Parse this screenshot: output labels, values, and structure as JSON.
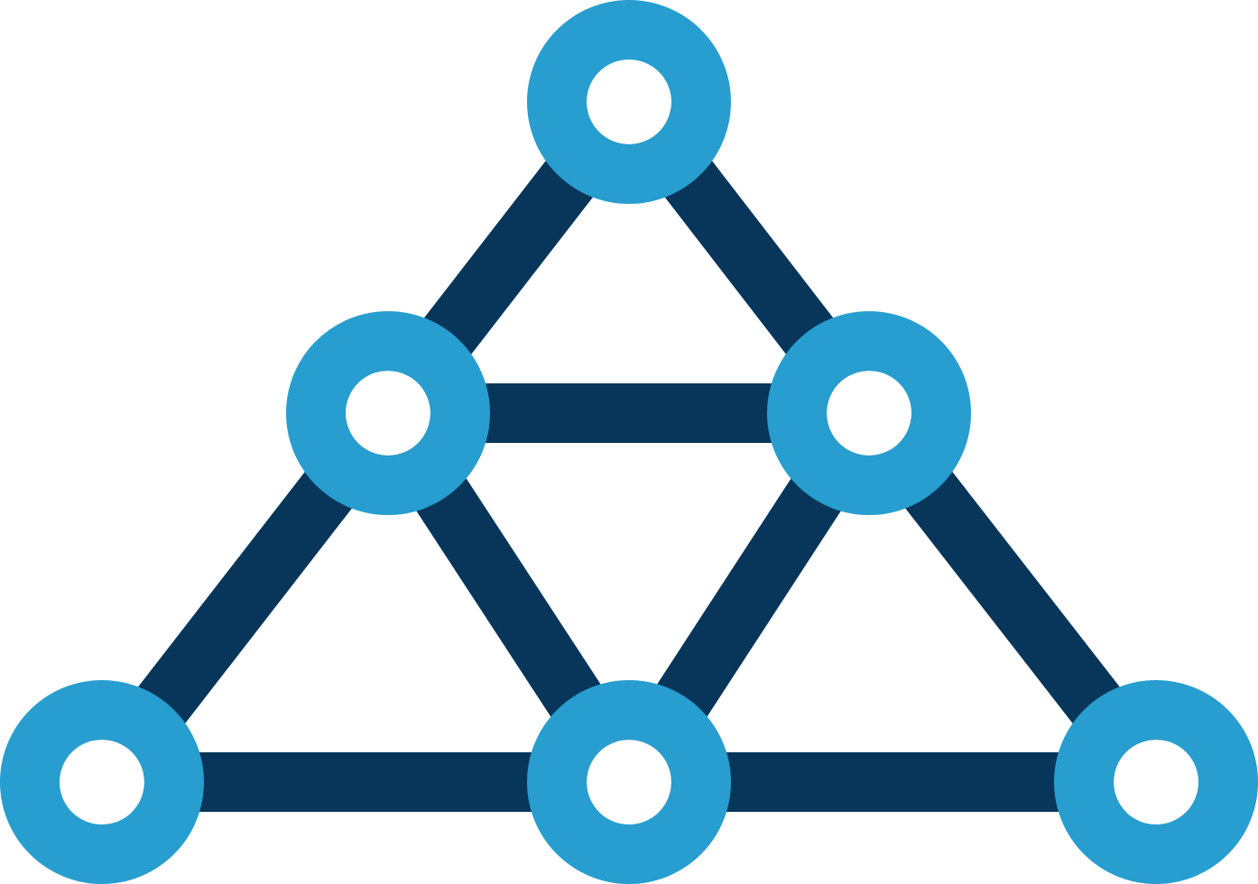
{
  "icon": "network-triangle-icon",
  "colors": {
    "background": "#ffffff",
    "node_ring": "#279ecf",
    "node_center": "#ffffff",
    "edge": "#07365a"
  },
  "network": {
    "nodes": [
      "top",
      "middle-left",
      "middle-right",
      "bottom-left",
      "bottom-center",
      "bottom-right"
    ],
    "edges": [
      [
        "top",
        "middle-left"
      ],
      [
        "top",
        "middle-right"
      ],
      [
        "middle-left",
        "middle-right"
      ],
      [
        "middle-left",
        "bottom-left"
      ],
      [
        "middle-left",
        "bottom-center"
      ],
      [
        "middle-right",
        "bottom-center"
      ],
      [
        "middle-right",
        "bottom-right"
      ],
      [
        "bottom-left",
        "bottom-center"
      ],
      [
        "bottom-center",
        "bottom-right"
      ]
    ]
  }
}
